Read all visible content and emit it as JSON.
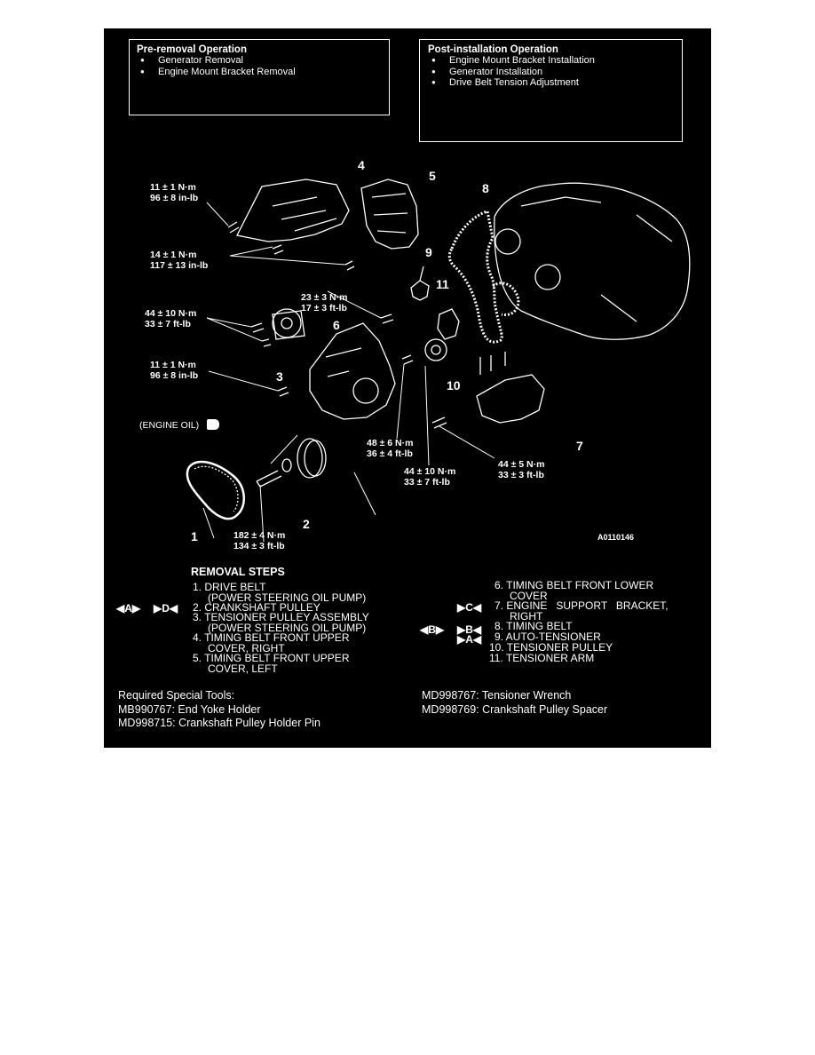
{
  "pre_removal": {
    "title": "Pre-removal Operation",
    "items": [
      "Generator Removal",
      "Engine Mount Bracket Removal"
    ]
  },
  "post_installation": {
    "title": "Post-installation Operation",
    "items": [
      "Engine Mount Bracket Installation",
      "Generator Installation",
      "Drive Belt Tension Adjustment"
    ]
  },
  "torque_labels": {
    "t1": [
      "11 ± 1 N·m",
      "96 ± 8 in-lb"
    ],
    "t2": [
      "14 ± 1 N·m",
      "117 ± 13 in-lb"
    ],
    "t3": [
      "23 ± 3 N·m",
      "17 ± 3 ft-lb"
    ],
    "t4": [
      "44 ± 10 N·m",
      "33 ± 7 ft-lb"
    ],
    "t5": [
      "11 ± 1 N·m",
      "96 ± 8 in-lb"
    ],
    "t6": [
      "48 ± 6 N·m",
      "36 ± 4 ft-lb"
    ],
    "t7": [
      "44 ± 10 N·m",
      "33 ± 7 ft-lb"
    ],
    "t8": [
      "44 ± 5 N·m",
      "33 ± 3 ft-lb"
    ],
    "t9": [
      "182 ± 4 N·m",
      "134 ± 3 ft-lb"
    ]
  },
  "part_numbers": [
    "1",
    "2",
    "3",
    "4",
    "5",
    "6",
    "7",
    "8",
    "9",
    "10",
    "11"
  ],
  "engine_oil_label": "(ENGINE OIL)",
  "figure_code": "A0110146",
  "removal_steps": {
    "title": "REMOVAL STEPS",
    "steps": [
      {
        "line1": "1. DRIVE BELT",
        "line2": "(POWER STEERING OIL PUMP)"
      },
      {
        "line1": "2. CRANKSHAFT PULLEY",
        "line2": ""
      },
      {
        "line1": "3. TENSIONER PULLEY ASSEMBLY",
        "line2": "(POWER STEERING OIL PUMP)"
      },
      {
        "line1": "4. TIMING BELT FRONT UPPER",
        "line2": "COVER, RIGHT"
      },
      {
        "line1": "5. TIMING BELT FRONT UPPER",
        "line2": "COVER, LEFT"
      },
      {
        "line1": "6. TIMING BELT FRONT LOWER",
        "line2": "COVER"
      },
      {
        "line1": "7. ENGINE   SUPPORT   BRACKET,",
        "line2": "RIGHT"
      },
      {
        "line1": "8. TIMING BELT",
        "line2": ""
      },
      {
        "line1": "9. AUTO-TENSIONER",
        "line2": ""
      },
      {
        "line1": "10. TENSIONER PULLEY",
        "line2": ""
      },
      {
        "line1": "11. TENSIONER ARM",
        "line2": ""
      }
    ],
    "markers": {
      "step2_a": "◀A▶",
      "step2_b": "▶D◀",
      "step7": "▶C◀",
      "step8_a": "◀B▶",
      "step8_b": "▶B◀",
      "step9": "▶A◀"
    }
  },
  "special_tools": {
    "title": "Required Special Tools:",
    "left": [
      "MB990767: End Yoke Holder",
      "MD998715: Crankshaft Pulley Holder Pin"
    ],
    "right": [
      "MD998767: Tensioner Wrench",
      "MD998769: Crankshaft Pulley Spacer"
    ]
  }
}
